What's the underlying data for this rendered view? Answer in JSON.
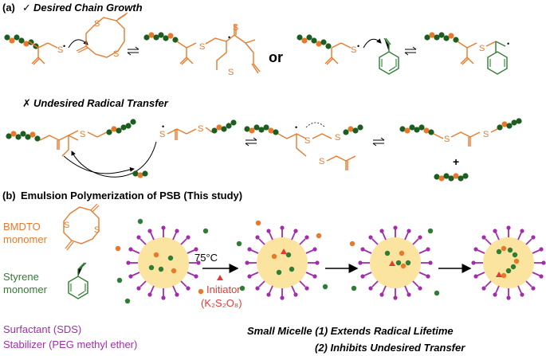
{
  "section_a": {
    "label": "(a)",
    "desired_mark": "✓",
    "desired_title": "Desired Chain Growth",
    "or_text": "or",
    "undesired_mark": "✗",
    "undesired_title": "Undesired Radical Transfer",
    "atom_s": "S",
    "plus": "+",
    "radical_dot": "•"
  },
  "section_b": {
    "label": "(b)",
    "title": "Emulsion Polymerization of PSB (This study)",
    "bmdto_line1": "BMDTO",
    "bmdto_line2": "monomer",
    "styrene_line1": "Styrene",
    "styrene_line2": "monomer",
    "surfactant": "Surfactant (SDS)",
    "stabilizer": "Stabilizer (PEG methyl ether)",
    "temperature": "75°C",
    "initiator_line1": "Initiator",
    "initiator_line2": "(K₂S₂O₈)",
    "conclusion_line1": "Small Micelle (1) Extends Radical Lifetime",
    "conclusion_line2": "(2) Inhibits Undesired Transfer"
  },
  "colors": {
    "bmdto": "#e8792a",
    "styrene": "#2e7d32",
    "polymer_green": "#1b5e20",
    "surfactant": "#a12eaa",
    "micelle": "#fbe4a0",
    "initiator": "#e53935",
    "ink": "#000000"
  }
}
